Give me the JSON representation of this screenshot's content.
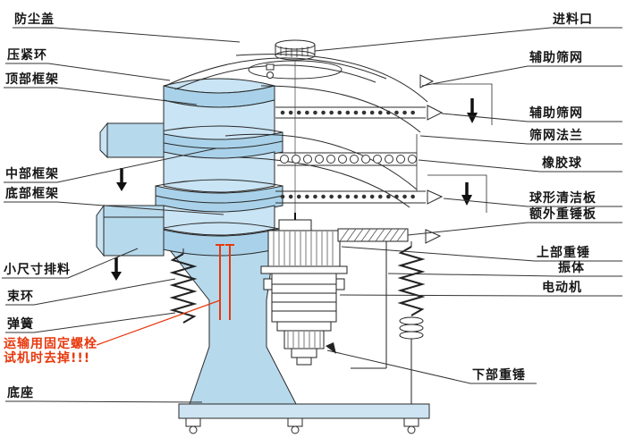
{
  "colors": {
    "machine_fill": "#b7d9ec",
    "band_fill": "#a9d2ea",
    "wall_fill": "#c9e4f4",
    "line": "#222222",
    "warning": "#e8380d",
    "background": "#ffffff"
  },
  "labels": {
    "left": [
      {
        "id": "dust-cover",
        "text": "防尘盖"
      },
      {
        "id": "clamp-ring",
        "text": "压紧环"
      },
      {
        "id": "top-frame",
        "text": "顶部框架"
      },
      {
        "id": "middle-frame",
        "text": "中部框架"
      },
      {
        "id": "bottom-frame",
        "text": "底部框架"
      },
      {
        "id": "small-discharge",
        "text": "小尺寸排料"
      },
      {
        "id": "bundle-ring",
        "text": "束环"
      },
      {
        "id": "spring",
        "text": "弹簧"
      },
      {
        "id": "warning-line-1",
        "text": "运输用固定螺栓"
      },
      {
        "id": "warning-line-2",
        "text": "试机时去掉!!!"
      },
      {
        "id": "base",
        "text": "底座"
      }
    ],
    "right": [
      {
        "id": "feed-inlet",
        "text": "进料口"
      },
      {
        "id": "aux-screen-1",
        "text": "辅助筛网"
      },
      {
        "id": "aux-screen-2",
        "text": "辅助筛网"
      },
      {
        "id": "screen-flange",
        "text": "筛网法兰"
      },
      {
        "id": "rubber-ball",
        "text": "橡胶球"
      },
      {
        "id": "ball-cleaning-plate",
        "text": "球形清洁板"
      },
      {
        "id": "extra-weight-plate",
        "text": "额外重锤板"
      },
      {
        "id": "upper-weight",
        "text": "上部重锤"
      },
      {
        "id": "vibrating-body",
        "text": "振体"
      },
      {
        "id": "motor",
        "text": "电动机"
      },
      {
        "id": "lower-weight",
        "text": "下部重锤"
      }
    ]
  }
}
